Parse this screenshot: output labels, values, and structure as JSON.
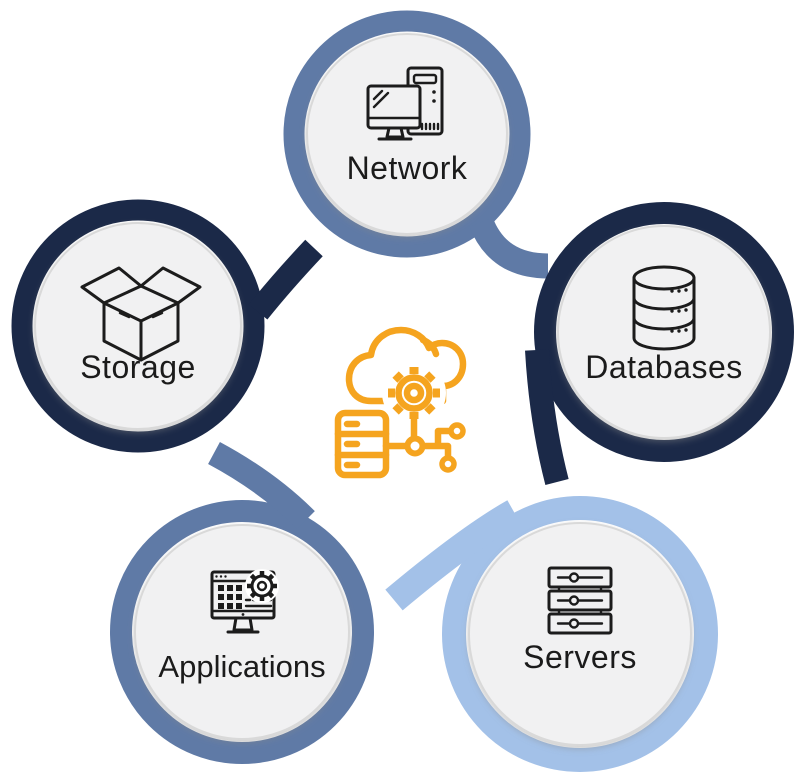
{
  "diagram": {
    "type": "cycle-diagram",
    "description": "IT infrastructure cycle with five nodes around a central cloud computing icon",
    "center": {
      "icon": "cloud-computing-icon",
      "color": "#F5A41F"
    },
    "style": {
      "background": "#FFFFFF",
      "disc_fill": "#F1F1F2",
      "disc_border": "#D9D9D9",
      "icon_stroke": "#1C1C1C",
      "label_color": "#1B1B1B",
      "slate_blue": "#5F7AA6",
      "navy": "#1B2948",
      "light_blue": "#A3C1E8"
    },
    "items": [
      {
        "id": "network",
        "label": "Network",
        "icon": "desktop-computer-icon",
        "ring_color": "#5F7AA6"
      },
      {
        "id": "databases",
        "label": "Databases",
        "icon": "database-stack-icon",
        "ring_color": "#1B2948"
      },
      {
        "id": "servers",
        "label": "Servers",
        "icon": "server-rack-icon",
        "ring_color": "#A3C1E8"
      },
      {
        "id": "applications",
        "label": "Applications",
        "icon": "app-window-gear-icon",
        "ring_color": "#5F7AA6"
      },
      {
        "id": "storage",
        "label": "Storage",
        "icon": "open-box-icon",
        "ring_color": "#1B2948"
      }
    ]
  }
}
